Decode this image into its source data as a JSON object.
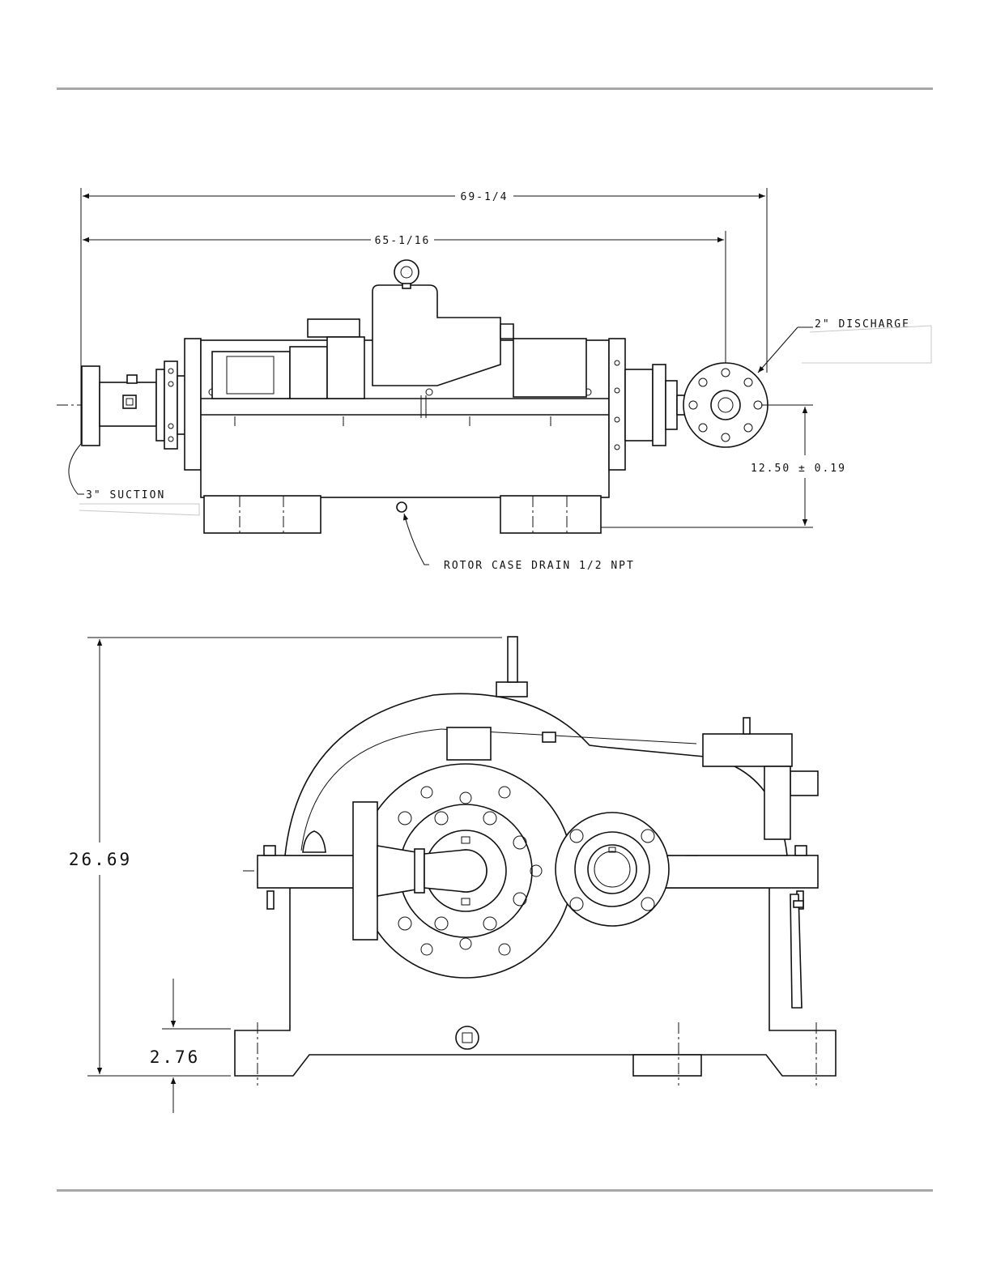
{
  "top_view": {
    "dim_overall": "69-1/4",
    "dim_flange_to_flange": "65-1/16",
    "label_discharge": "2\" DISCHARGE",
    "label_suction": "3\" SUCTION",
    "dim_centerline_height": "12.50 ± 0.19",
    "label_drain": "ROTOR CASE DRAIN 1/2 NPT"
  },
  "front_view": {
    "dim_total_height": "26.69",
    "dim_base_height": "2.76"
  },
  "colors": {
    "line": "#111111",
    "rule": "#a8a8a8"
  }
}
